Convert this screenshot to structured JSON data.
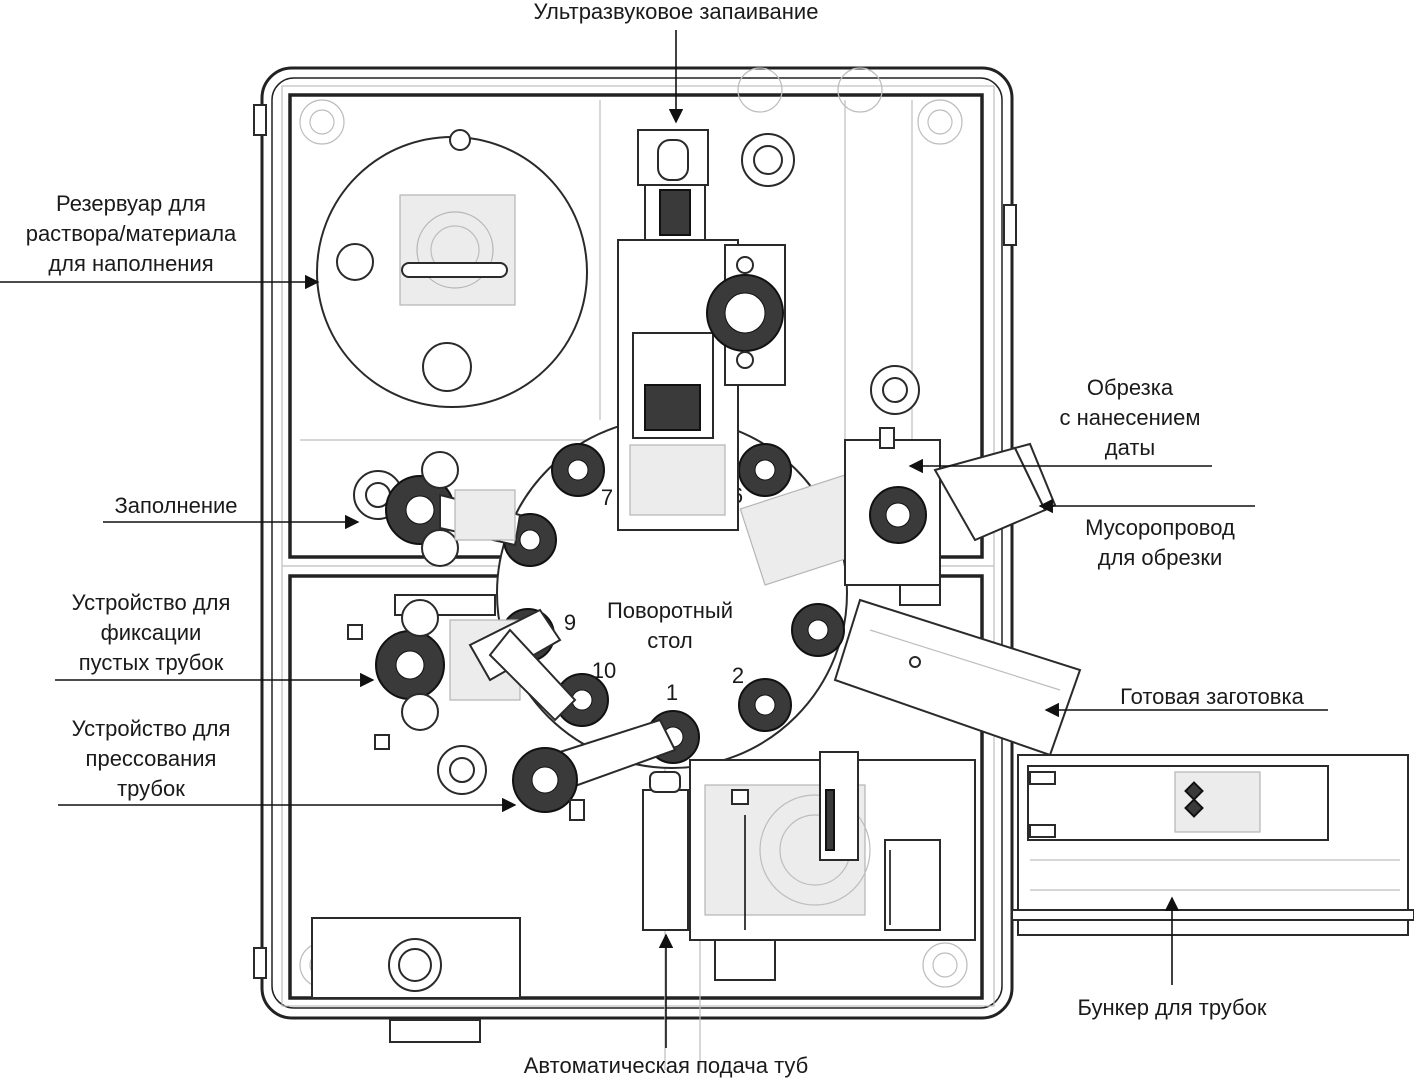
{
  "labels": {
    "ultrasonic_sealing": "Ультразвуковое запаивание",
    "reservoir_line1": "Резервуар для",
    "reservoir_line2": "раствора/материала",
    "reservoir_line3": "для наполнения",
    "trimming_line1": "Обрезка",
    "trimming_line2": "с нанесением",
    "trimming_line3": "даты",
    "filling": "Заполнение",
    "trash_chute_line1": "Мусоропровод",
    "trash_chute_line2": "для обрезки",
    "fixing_device_line1": "Устройство для",
    "fixing_device_line2": "фиксации",
    "fixing_device_line3": "пустых трубок",
    "rotary_table_line1": "Поворотный",
    "rotary_table_line2": "стол",
    "finished_blank": "Готовая заготовка",
    "pressing_device_line1": "Устройство для",
    "pressing_device_line2": "прессования",
    "pressing_device_line3": "трубок",
    "tube_hopper": "Бункер для трубок",
    "auto_feed": "Автоматическая подача туб"
  },
  "station_numbers": [
    "1",
    "2",
    "9",
    "10",
    "7",
    "6"
  ]
}
